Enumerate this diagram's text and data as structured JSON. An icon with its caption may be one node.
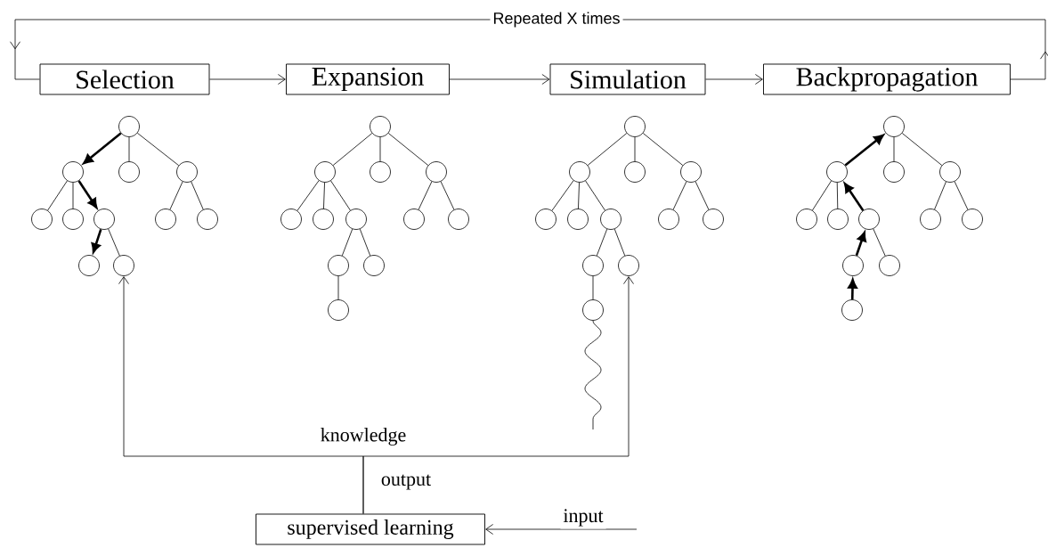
{
  "diagram": {
    "nodes": [
      {
        "text": [
          "Selection"
        ]
      },
      {
        "text": [
          "Expansion"
        ]
      },
      {
        "text": [
          "Simulation"
        ]
      },
      {
        "text": [
          "Backpropagation"
        ]
      },
      {
        "text": [],
        "shape": "circle"
      },
      {
        "text": [],
        "shape": "circle"
      },
      {
        "text": [],
        "shape": "circle"
      },
      {
        "text": [],
        "shape": "circle"
      },
      {
        "text": [],
        "shape": "circle"
      },
      {
        "text": [],
        "shape": "circle"
      },
      {
        "text": [],
        "shape": "circle"
      },
      {
        "text": [],
        "shape": "circle"
      },
      {
        "text": [],
        "shape": "circle"
      },
      {
        "text": [],
        "shape": "circle"
      },
      {
        "text": [],
        "shape": "circle"
      },
      {
        "text": [],
        "shape": "circle"
      },
      {
        "text": [],
        "shape": "circle"
      },
      {
        "text": [],
        "shape": "circle"
      },
      {
        "text": [],
        "shape": "circle"
      },
      {
        "text": [],
        "shape": "circle"
      },
      {
        "text": [],
        "shape": "circle"
      },
      {
        "text": [],
        "shape": "circle"
      },
      {
        "text": [],
        "shape": "circle"
      },
      {
        "text": [],
        "shape": "circle"
      },
      {
        "text": [],
        "shape": "circle"
      },
      {
        "text": [],
        "shape": "circle"
      },
      {
        "text": [],
        "shape": "circle"
      },
      {
        "text": [],
        "shape": "circle"
      },
      {
        "text": [],
        "shape": "circle"
      },
      {
        "text": [],
        "shape": "circle"
      },
      {
        "text": [],
        "shape": "circle"
      },
      {
        "text": [],
        "shape": "circle"
      },
      {
        "text": [],
        "shape": "circle"
      },
      {
        "text": [],
        "shape": "circle"
      },
      {
        "text": [],
        "shape": "circle"
      },
      {
        "text": [],
        "shape": "circle"
      },
      {
        "text": [],
        "shape": "circle"
      },
      {
        "text": [],
        "shape": "circle"
      },
      {
        "text": [],
        "shape": "circle"
      },
      {
        "text": [],
        "shape": "circle"
      },
      {
        "text": [],
        "shape": "circle"
      },
      {
        "text": [],
        "shape": "circle"
      },
      {
        "text": [],
        "shape": "circle"
      },
      {
        "text": [],
        "shape": "circle"
      },
      {
        "text": [],
        "shape": "circle"
      },
      {
        "text": [],
        "shape": "circle"
      },
      {
        "text": [],
        "shape": "circle"
      },
      {
        "text": [],
        "shape": "circle"
      },
      {
        "text": [],
        "shape": "circle"
      },
      {
        "text": [],
        "shape": "circle"
      },
      {
        "text": [],
        "shape": "circle"
      },
      {
        "text": [
          "supervised learning"
        ]
      }
    ],
    "edges": [
      {
        "from": 0,
        "to": 1,
        "arrow": "to"
      },
      {
        "from": 1,
        "to": 2,
        "arrow": "to"
      },
      {
        "from": 2,
        "to": 3,
        "arrow": "to"
      },
      {
        "from": 3,
        "to": 0,
        "arrow": "to",
        "label": "Repeated X times"
      },
      {
        "from": 51,
        "to": 14,
        "arrow": "to"
      },
      {
        "from": 51,
        "to": 37,
        "arrow": "to"
      },
      {
        "from": null,
        "to": 51,
        "arrow": "to",
        "label": "input"
      },
      {
        "from": 4,
        "to": 5,
        "arrow": "to",
        "style": "thick"
      },
      {
        "from": 4,
        "to": 6,
        "arrow": "none"
      },
      {
        "from": 4,
        "to": 7,
        "arrow": "none"
      },
      {
        "from": 5,
        "to": 8,
        "arrow": "none"
      },
      {
        "from": 5,
        "to": 9,
        "arrow": "none"
      },
      {
        "from": 5,
        "to": 10,
        "arrow": "to",
        "style": "thick"
      },
      {
        "from": 7,
        "to": 11,
        "arrow": "none"
      },
      {
        "from": 7,
        "to": 12,
        "arrow": "none"
      },
      {
        "from": 10,
        "to": 13,
        "arrow": "to",
        "style": "thick"
      },
      {
        "from": 10,
        "to": 14,
        "arrow": "none"
      },
      {
        "from": 15,
        "to": 16,
        "arrow": "none"
      },
      {
        "from": 15,
        "to": 17,
        "arrow": "none"
      },
      {
        "from": 15,
        "to": 18,
        "arrow": "none"
      },
      {
        "from": 16,
        "to": 19,
        "arrow": "none"
      },
      {
        "from": 16,
        "to": 20,
        "arrow": "none"
      },
      {
        "from": 16,
        "to": 21,
        "arrow": "none"
      },
      {
        "from": 18,
        "to": 22,
        "arrow": "none"
      },
      {
        "from": 18,
        "to": 23,
        "arrow": "none"
      },
      {
        "from": 21,
        "to": 24,
        "arrow": "none"
      },
      {
        "from": 21,
        "to": 25,
        "arrow": "none"
      },
      {
        "from": 24,
        "to": 26,
        "arrow": "none"
      },
      {
        "from": 27,
        "to": 28,
        "arrow": "none"
      },
      {
        "from": 27,
        "to": 29,
        "arrow": "none"
      },
      {
        "from": 27,
        "to": 30,
        "arrow": "none"
      },
      {
        "from": 28,
        "to": 31,
        "arrow": "none"
      },
      {
        "from": 28,
        "to": 32,
        "arrow": "none"
      },
      {
        "from": 28,
        "to": 33,
        "arrow": "none"
      },
      {
        "from": 30,
        "to": 34,
        "arrow": "none"
      },
      {
        "from": 30,
        "to": 35,
        "arrow": "none"
      },
      {
        "from": 33,
        "to": 36,
        "arrow": "none"
      },
      {
        "from": 33,
        "to": 37,
        "arrow": "none"
      },
      {
        "from": 36,
        "to": 38,
        "arrow": "none"
      },
      {
        "from": 40,
        "to": 39,
        "arrow": "to",
        "style": "thick"
      },
      {
        "from": 39,
        "to": 41,
        "arrow": "none"
      },
      {
        "from": 39,
        "to": 42,
        "arrow": "none"
      },
      {
        "from": 40,
        "to": 43,
        "arrow": "none"
      },
      {
        "from": 40,
        "to": 44,
        "arrow": "none"
      },
      {
        "from": 45,
        "to": 40,
        "arrow": "to",
        "style": "thick"
      },
      {
        "from": 42,
        "to": 46,
        "arrow": "none"
      },
      {
        "from": 42,
        "to": 47,
        "arrow": "none"
      },
      {
        "from": 48,
        "to": 45,
        "arrow": "to",
        "style": "thick"
      },
      {
        "from": 45,
        "to": 49,
        "arrow": "none"
      },
      {
        "from": 50,
        "to": 48,
        "arrow": "to",
        "style": "thick"
      }
    ],
    "labels": [
      "knowledge",
      "output"
    ]
  }
}
